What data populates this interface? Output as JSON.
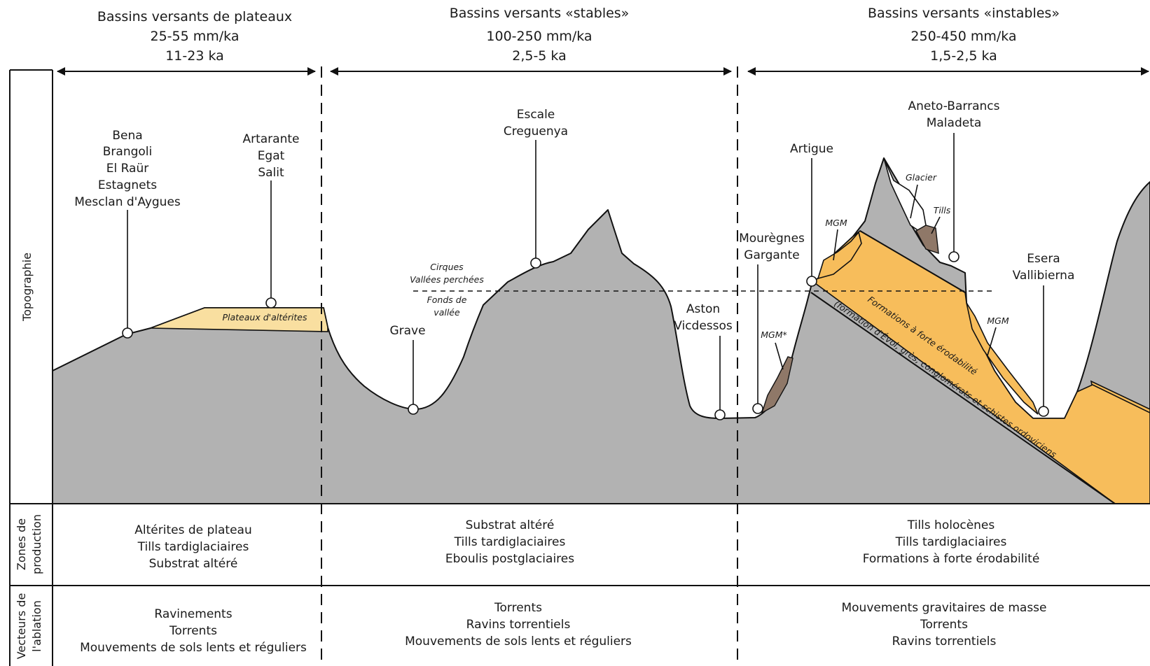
{
  "basins": [
    {
      "name": "Bassins versants de plateaux",
      "rate": "25-55 mm/ka",
      "age": "11-23 ka"
    },
    {
      "name": "Bassins versants «stables»",
      "rate": "100-250 mm/ka",
      "age": "2,5-5 ka"
    },
    {
      "name": "Bassins versants «instables»",
      "rate": "250-450 mm/ka",
      "age": "1,5-2,5 ka"
    }
  ],
  "row_titles": {
    "topographie": "Topographie",
    "zones_1": "Zones de",
    "zones_2": "production",
    "vecteurs_1": "Vecteurs de",
    "vecteurs_2": "l'ablation"
  },
  "sites": {
    "bena": [
      "Bena",
      "Brangoli",
      "El Raür",
      "Estagnets",
      "Mesclan d'Aygues"
    ],
    "artarante": [
      "Artarante",
      "Egat",
      "Salit"
    ],
    "grave": [
      "Grave"
    ],
    "escale": [
      "Escale",
      "Creguenya"
    ],
    "aston": [
      "Aston",
      "Vicdessos"
    ],
    "mouregnes": [
      "Mourègnes",
      "Gargante"
    ],
    "artigue": [
      "Artigue"
    ],
    "aneto": [
      "Aneto-Barrancs",
      "Maladeta"
    ],
    "esera": [
      "Esera",
      "Vallibierna"
    ]
  },
  "annotations": {
    "plateaux": "Plateaux d'altérites",
    "cirques": "Cirques",
    "vallees": "Vallées perchées",
    "fonds_1": "Fonds de",
    "fonds_2": "vallée",
    "glacier": "Glacier",
    "tills": "Tills",
    "mgm": "MGM",
    "mgm_star": "MGM*",
    "formation_1": "Formations à forte érodabilité",
    "formation_2": "(formation d'Évol, grès, conglomérats et schistes ordoviciens"
  },
  "zones_production": [
    [
      "Altérites de plateau",
      "Tills tardiglaciaires",
      "Substrat altéré"
    ],
    [
      "Substrat altéré",
      "Tills tardiglaciaires",
      "Eboulis postglaciaires"
    ],
    [
      "Tills holocènes",
      "Tills tardiglaciaires",
      "Formations à forte érodabilité"
    ]
  ],
  "vecteurs_ablation": [
    [
      "Ravinements",
      "Torrents",
      "Mouvements de sols lents et réguliers"
    ],
    [
      "Torrents",
      "Ravins torrentiels",
      "Mouvements de sols lents et réguliers"
    ],
    [
      "Mouvements gravitaires de masse",
      "Torrents",
      "Ravins torrentiels"
    ]
  ],
  "colors": {
    "rock": "#b2b2b2",
    "erodible_formation": "#f7bd5b",
    "plateau_alterites": "#f9dfa0",
    "moraine": "#8f7868"
  }
}
